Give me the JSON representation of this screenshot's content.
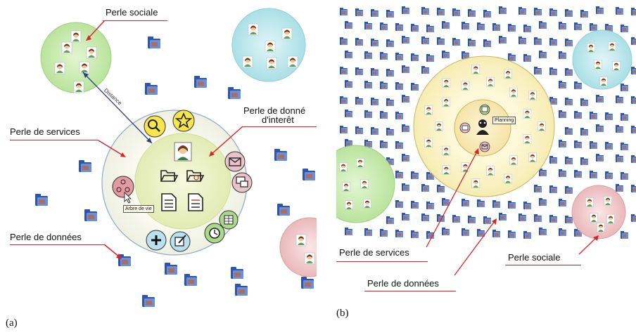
{
  "panel_a": {
    "labels": {
      "perle_sociale": "Perle sociale",
      "perle_services": "Perle de services",
      "perle_donnees": "Perle de données",
      "perle_interet_l1": "Perle de donné",
      "perle_interet_l2": "d'interêt",
      "distance": "Distance",
      "tooltip": "Arbre de vie"
    },
    "caption": "(a)"
  },
  "panel_b": {
    "labels": {
      "perle_services": "Perle de services",
      "perle_donnees": "Perle de données",
      "perle_sociale": "Perle sociale",
      "tooltip": "Planning"
    },
    "caption": "(b)"
  },
  "colors": {
    "annotation_red": "#d6262b",
    "social_green": "#c9ecb0",
    "social_cyan": "#bfe8ec",
    "social_pink": "#f2c9ca",
    "services_ring": "#f7f7e6",
    "inner_core": "#eef4c8",
    "folder_blue": "#3a5fb0"
  }
}
